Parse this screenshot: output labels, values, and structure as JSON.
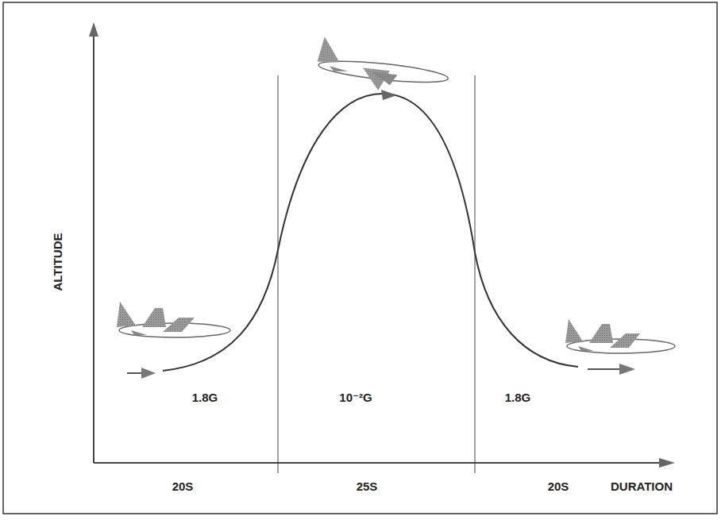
{
  "diagram": {
    "labels": [
      "ALTITUDE",
      "1.8G",
      "10⁻²G",
      "1.8G",
      "20S",
      "25S",
      "20S",
      "DURATION"
    ]
  }
}
